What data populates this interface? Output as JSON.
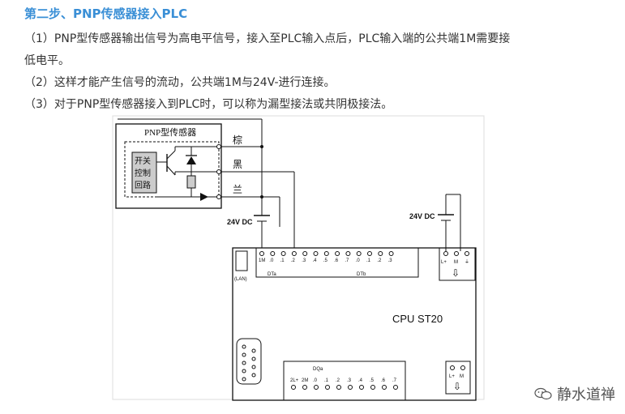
{
  "article": {
    "heading": "第二步、PNP传感器接入PLC",
    "para1_line1": "（1）PNP型传感器输出信号为高电平信号，接入至PLC输入点后，PLC输入端的公共端1M需要接",
    "para1_line2": "低电平。",
    "para2": "（2）这样才能产生信号的流动，公共端1M与24V-进行连接。",
    "para3": "（3）对于PNP型传感器接入到PLC时，可以称为漏型接法或共阴极接法。"
  },
  "diagram": {
    "sensor_title": "PNP型传感器",
    "switch_box": [
      "开关",
      "控制",
      "回路"
    ],
    "wire_brown": "棕",
    "wire_black": "黑",
    "wire_blue": "兰",
    "supply_left": "24V DC",
    "supply_right": "24V DC",
    "plc_model": "CPU  ST20",
    "input_terms": [
      "1M",
      ".0",
      ".1",
      ".2",
      ".3",
      ".4",
      ".5",
      ".6",
      ".7",
      ".0",
      ".1",
      ".2",
      ".3"
    ],
    "input_group1": "DTa",
    "input_group2": "DTb",
    "output_terms": [
      "2L+",
      "2M",
      ".0",
      ".1",
      ".2",
      ".3",
      ".4",
      ".5",
      ".6",
      ".7"
    ],
    "output_group": "DQa",
    "power_terms": [
      "L+",
      "M",
      "⏚"
    ],
    "power_bottom": [
      "L+",
      "M"
    ],
    "slot_label": "(LAN)"
  },
  "watermark": "静水道禅"
}
